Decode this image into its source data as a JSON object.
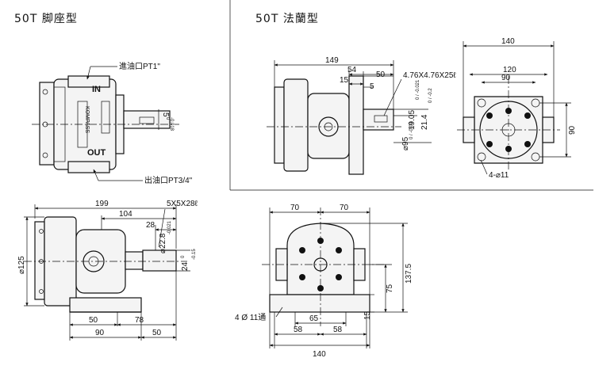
{
  "left_panel": {
    "title": "50T 脚座型",
    "inlet_label": "進油口PT1\"",
    "outlet_label": "出油口PT3/4\"",
    "in_mark": "IN",
    "out_mark": "OUT",
    "brand_mark": "KOMPASS",
    "keyway_top": "5",
    "keyway_sub": "0",
    "keyway_tol": "-0.018",
    "dims": {
      "d199": "199",
      "d104": "104",
      "d28": "28",
      "key": "5X5X28ℓ",
      "shaft": "⌀22.8",
      "shaft_tol": "-0.021",
      "height24": "24",
      "height24_tol_a": "0",
      "height24_tol_b": "-0.15",
      "dia125": "⌀125",
      "d50a": "50",
      "d78": "78",
      "d90": "90",
      "d50b": "50"
    }
  },
  "right_panel": {
    "title": "50T 法蘭型",
    "dims": {
      "d149": "149",
      "d54": "54",
      "d50": "50",
      "d15": "15",
      "d5": "5",
      "key": "4.76X4.76X25ℓ",
      "k19": "19.05",
      "k19_tol": "0 / -0.021",
      "k21": "21.4",
      "k21_tol": "0 / -0.2",
      "dia95": "⌀95",
      "dia95_tol": "0 / -0.03",
      "d140": "140",
      "d120": "120",
      "d90w": "90",
      "d90h": "90",
      "holes": "4-⌀11"
    }
  },
  "bottom_view": {
    "dims": {
      "d70a": "70",
      "d70b": "70",
      "d137": "137.5",
      "d75": "75",
      "d15": "15",
      "d65": "65",
      "d58a": "58",
      "d58b": "58",
      "d140": "140",
      "holes": "4 Ø 11通"
    }
  }
}
